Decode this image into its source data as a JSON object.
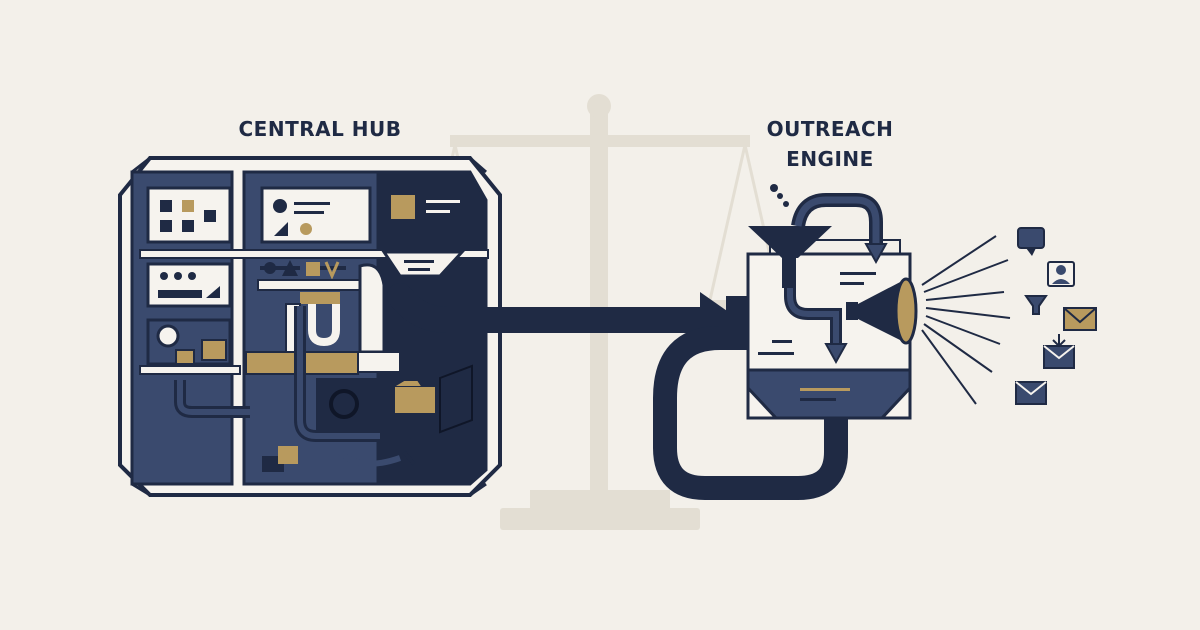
{
  "labels": {
    "hub": "CENTRAL HUB",
    "engine_line1": "OUTREACH",
    "engine_line2": "ENGINE"
  },
  "colors": {
    "background": "#f3f0ea",
    "navy": "#1f2a44",
    "slate": "#3a4a6e",
    "gold": "#b89a5e",
    "paper": "#f6f3ee",
    "watermark": "#e3ded3",
    "stroke": "#1f2a44"
  },
  "icons": [
    "scale-watermark-icon",
    "chat-bubble-icon",
    "user-card-icon",
    "funnel-icon",
    "envelope-icon",
    "inbox-icon",
    "mail-icon",
    "megaphone-icon",
    "funnel-intake-icon"
  ]
}
